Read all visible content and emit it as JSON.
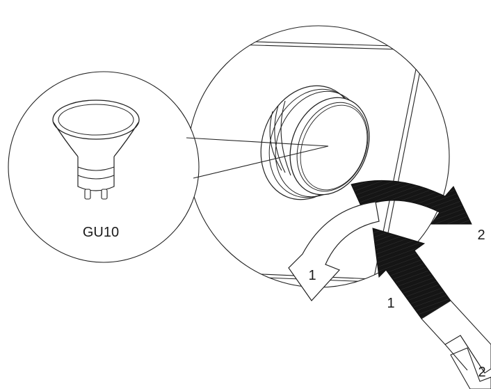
{
  "labels": {
    "bulb_type": "GU10",
    "step_1_upper": "1",
    "step_2_upper": "2",
    "step_1_lower": "1",
    "step_2_lower": "2"
  }
}
